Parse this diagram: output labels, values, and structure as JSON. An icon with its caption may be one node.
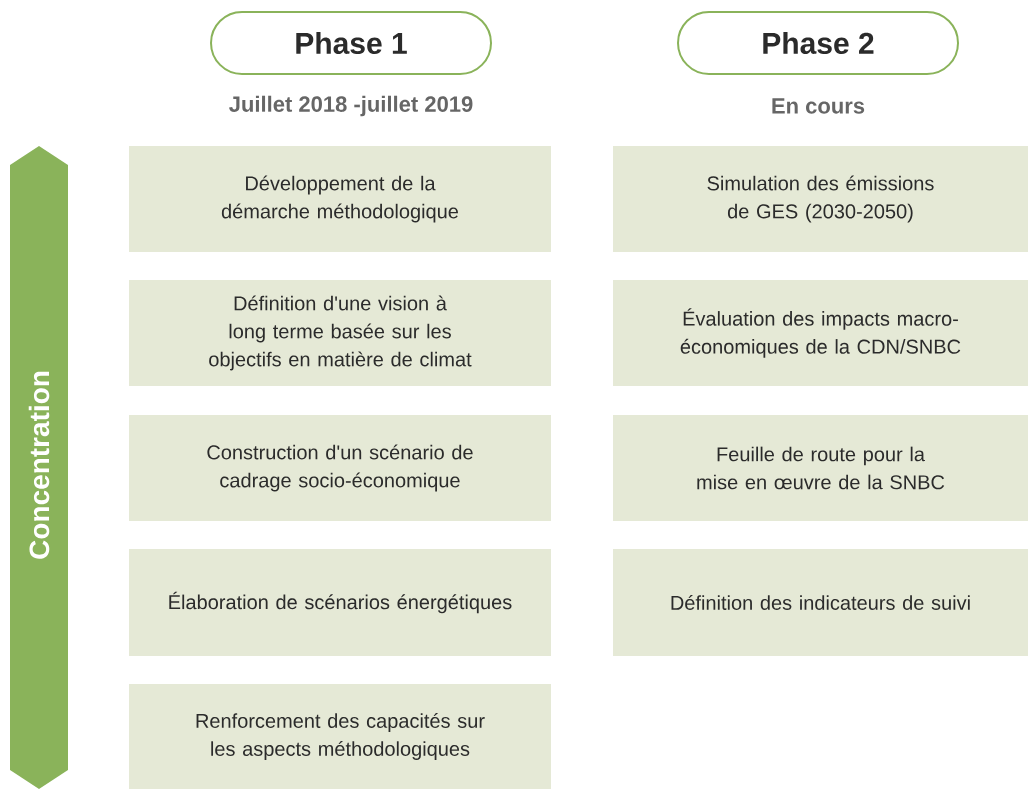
{
  "diagram": {
    "nodes": [
      {
        "text": [
          "Phase 1"
        ],
        "beside": [
          "Juillet 2018 -juillet 2019"
        ]
      },
      {
        "text": [
          "Phase 2"
        ],
        "beside": [
          "En cours"
        ]
      },
      {
        "text": [
          "Concentration"
        ]
      },
      {
        "text": [
          "Développement de la démarche méthodologique"
        ]
      },
      {
        "text": [
          "Définition d'une vision à long terme basée sur les objectifs en matière de climat"
        ]
      },
      {
        "text": [
          "Construction d'un scénario de cadrage socio-économique"
        ]
      },
      {
        "text": [
          "Élaboration de scénarios énergétiques"
        ]
      },
      {
        "text": [
          "Renforcement des capacités sur les aspects méthodologiques"
        ]
      },
      {
        "text": [
          "Simulation des émissions de GES (2030-2050)"
        ]
      },
      {
        "text": [
          "Évaluation des impacts macro-économiques de la CDN/SNBC"
        ]
      },
      {
        "text": [
          "Feuille de route pour la mise en œuvre de la SNBC"
        ]
      },
      {
        "text": [
          "Définition des indicateurs de suivi"
        ]
      }
    ]
  }
}
